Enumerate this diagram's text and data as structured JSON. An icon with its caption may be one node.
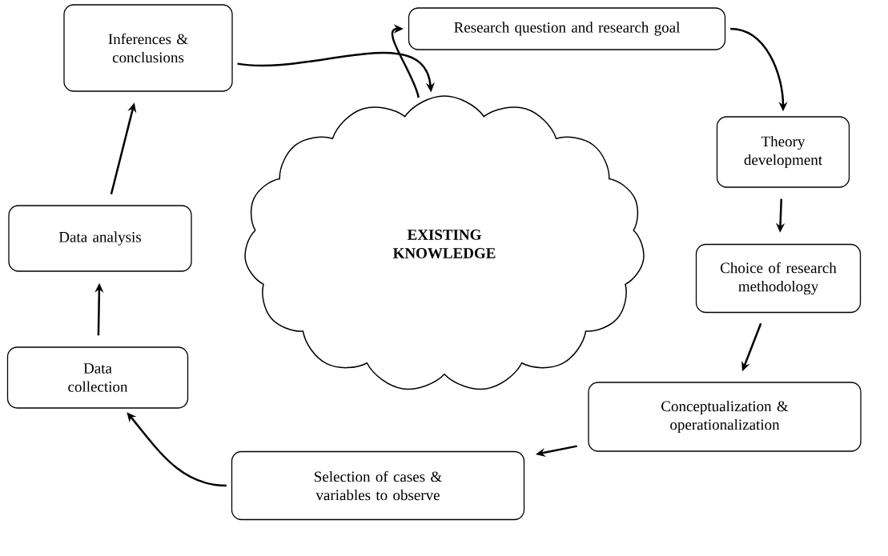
{
  "diagram": {
    "nodes": [
      {
        "text": [
          "EXISTING KNOWLEDGE"
        ]
      },
      {
        "text": [
          "Research question and research goal"
        ]
      },
      {
        "text": [
          "Theory development"
        ]
      },
      {
        "text": [
          "Choice of research methodology"
        ]
      },
      {
        "text": [
          "Conceptualization & operationalization"
        ]
      },
      {
        "text": [
          "Selection of cases & variables to observe"
        ]
      },
      {
        "text": [
          "Data collection"
        ]
      },
      {
        "text": [
          "Data analysis"
        ]
      },
      {
        "text": [
          "Inferences & conclusions"
        ]
      }
    ],
    "edges": [
      {
        "from": 0,
        "to": 1,
        "arrow": "to"
      },
      {
        "from": 1,
        "to": 2,
        "arrow": "to"
      },
      {
        "from": 2,
        "to": 3,
        "arrow": "to"
      },
      {
        "from": 3,
        "to": 4,
        "arrow": "to"
      },
      {
        "from": 4,
        "to": 5,
        "arrow": "to"
      },
      {
        "from": 5,
        "to": 6,
        "arrow": "to"
      },
      {
        "from": 6,
        "to": 7,
        "arrow": "to"
      },
      {
        "from": 7,
        "to": 8,
        "arrow": "to"
      },
      {
        "from": 8,
        "to": 0,
        "arrow": "to"
      }
    ]
  }
}
